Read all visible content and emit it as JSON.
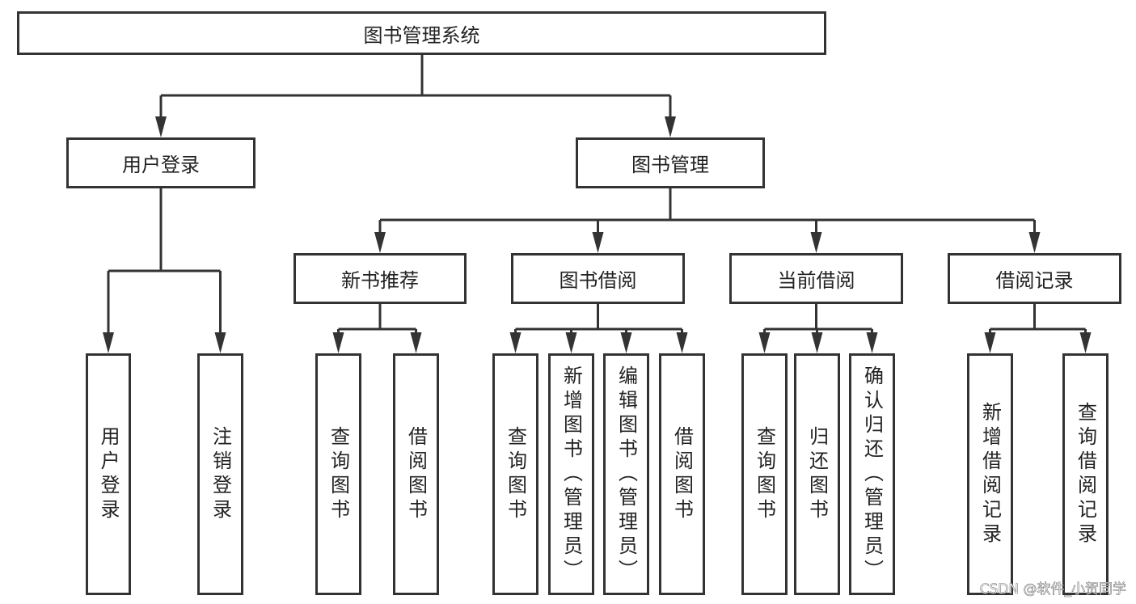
{
  "diagram": {
    "root": {
      "label": "图书管理系统",
      "children": [
        {
          "label": "用户登录",
          "children": [
            {
              "label": "用户登录"
            },
            {
              "label": "注销登录"
            }
          ]
        },
        {
          "label": "图书管理",
          "children": [
            {
              "label": "新书推荐",
              "children": [
                {
                  "label": "查询图书"
                },
                {
                  "label": "借阅图书"
                }
              ]
            },
            {
              "label": "图书借阅",
              "children": [
                {
                  "label": "查询图书"
                },
                {
                  "label": "新增图书（管理员）"
                },
                {
                  "label": "编辑图书（管理员）"
                },
                {
                  "label": "借阅图书"
                }
              ]
            },
            {
              "label": "当前借阅",
              "children": [
                {
                  "label": "查询图书"
                },
                {
                  "label": "归还图书"
                },
                {
                  "label": "确认归还（管理员）"
                }
              ]
            },
            {
              "label": "借阅记录",
              "children": [
                {
                  "label": "新增借阅记录"
                },
                {
                  "label": "查询借阅记录"
                }
              ]
            }
          ]
        }
      ]
    },
    "line_color": "#333333"
  },
  "watermark": "CSDN @软件_小贺同学"
}
